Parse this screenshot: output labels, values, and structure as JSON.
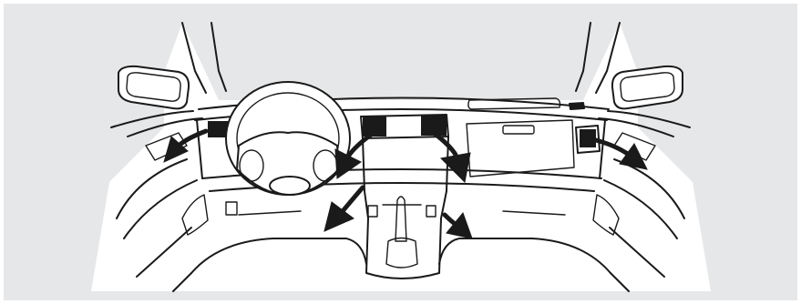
{
  "figure": {
    "subject": "car-interior-dashboard",
    "background_color": "#e6e7e8",
    "line_color": "#1a1a1a",
    "airflow_arrows": [
      {
        "id": "left-side-vent"
      },
      {
        "id": "left-center-dash"
      },
      {
        "id": "right-center-dash"
      },
      {
        "id": "right-side-vent"
      },
      {
        "id": "left-floor"
      },
      {
        "id": "right-floor"
      }
    ]
  }
}
